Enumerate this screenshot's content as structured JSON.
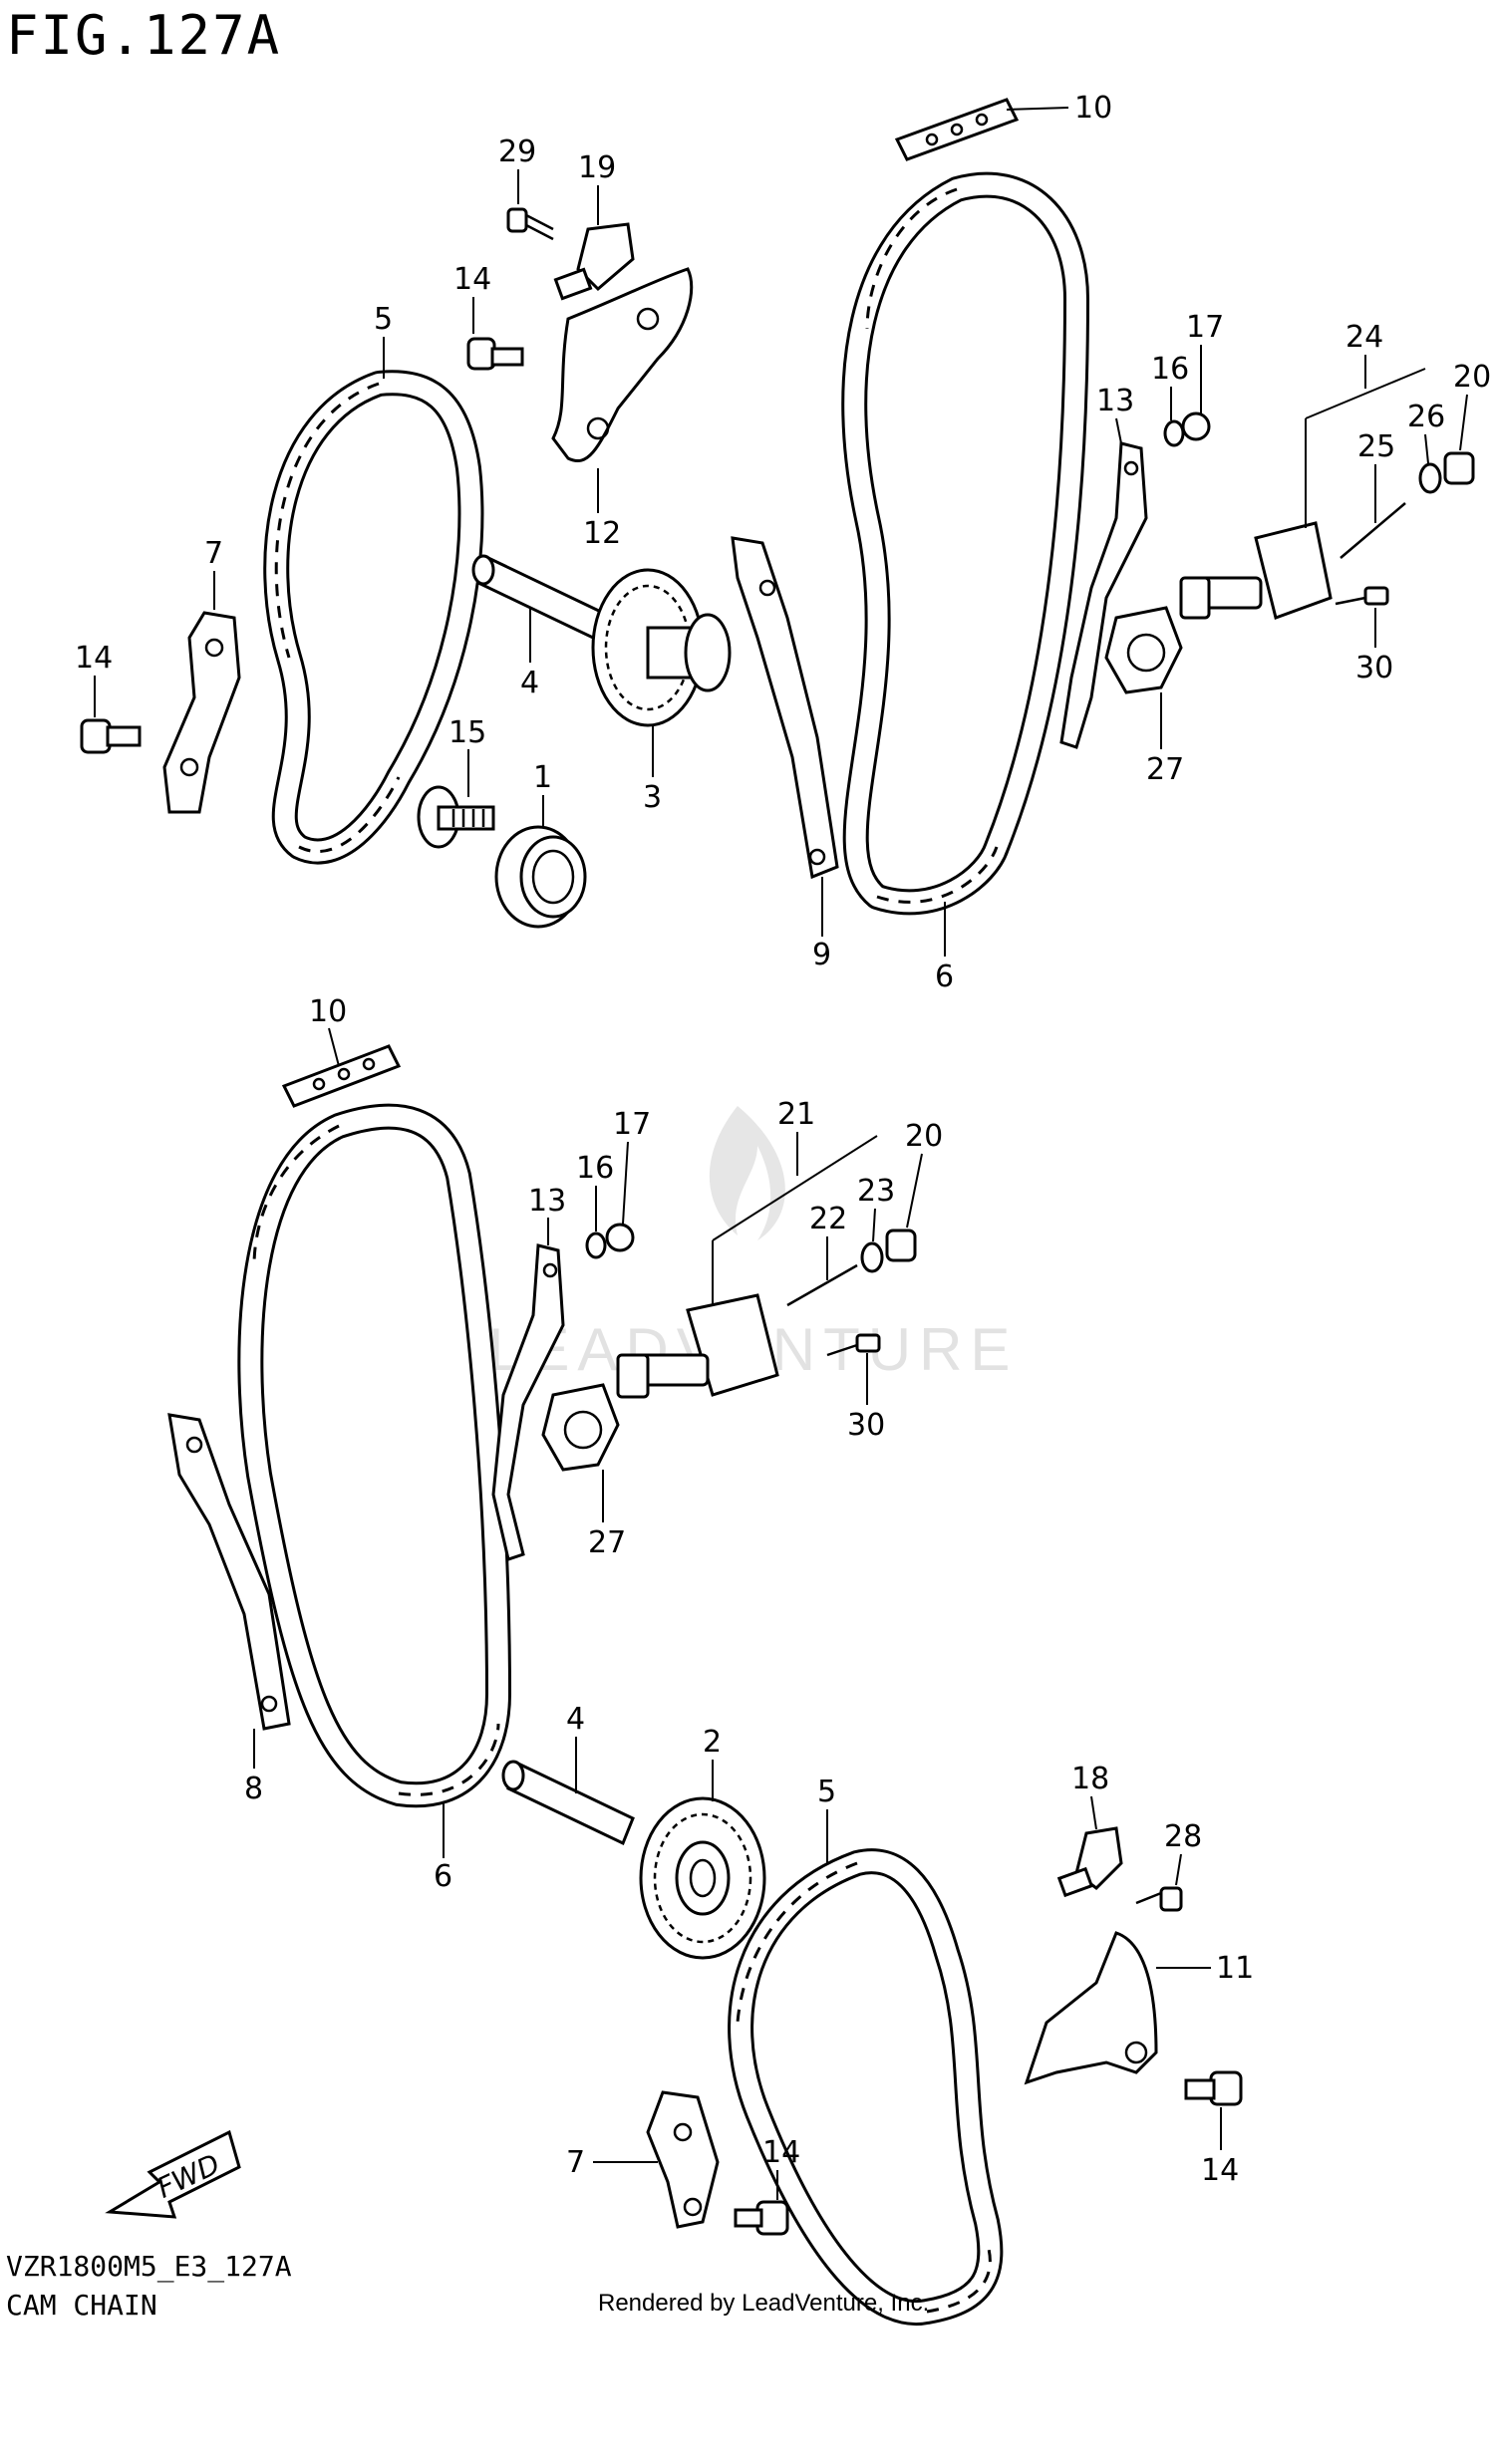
{
  "figure": {
    "title": "FIG.127A",
    "code": "VZR1800M5_E3_127A",
    "section": "CAM CHAIN"
  },
  "credit": "Rendered by LeadVenture, Inc.",
  "watermark": "LEADVENTURE",
  "fwd_label": "FWD",
  "callouts": {
    "top": [
      "29",
      "19",
      "14",
      "5",
      "12",
      "7",
      "14",
      "4",
      "15",
      "1",
      "3",
      "10",
      "17",
      "16",
      "13",
      "24",
      "25",
      "26",
      "20",
      "30",
      "27",
      "9",
      "6"
    ],
    "bottom": [
      "10",
      "17",
      "16",
      "13",
      "21",
      "22",
      "23",
      "20",
      "30",
      "27",
      "8",
      "6",
      "4",
      "2",
      "5",
      "18",
      "28",
      "11",
      "14",
      "7",
      "14"
    ]
  }
}
